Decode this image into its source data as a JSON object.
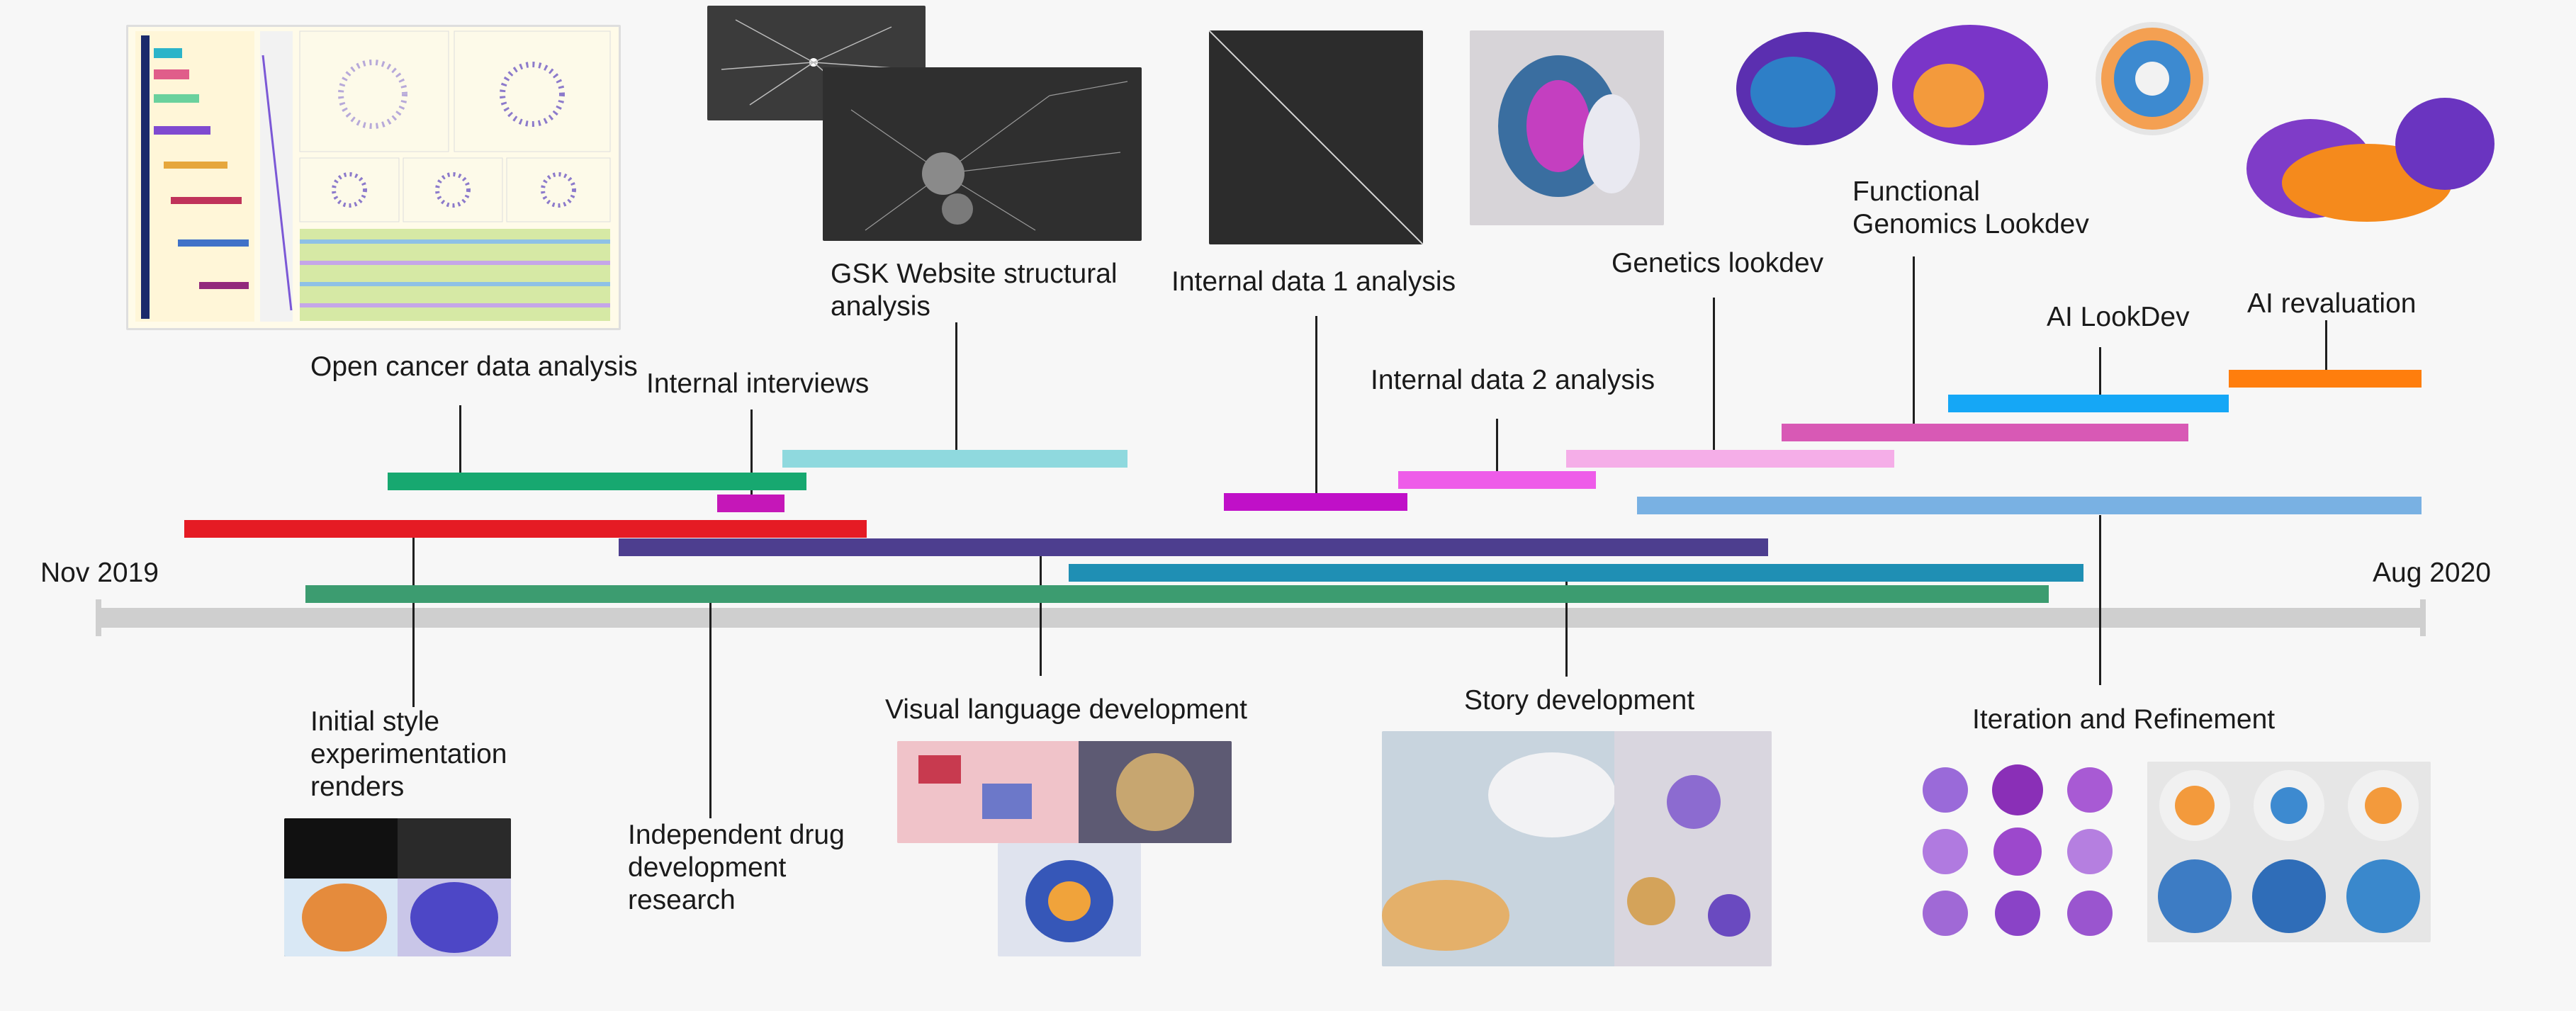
{
  "axis": {
    "start_label": "Nov 2019",
    "end_label": "Aug 2020"
  },
  "tasks": [
    {
      "label": "Open cancer data analysis",
      "color": "#17a870"
    },
    {
      "label": "Internal interviews",
      "color": "#c517b8"
    },
    {
      "label": "GSK Website structural\nanalysis",
      "color": "#8fd9de"
    },
    {
      "label": "Internal data 1 analysis",
      "color": "#c010c8"
    },
    {
      "label": "Internal data 2 analysis",
      "color": "#ee5ce9"
    },
    {
      "label": "Genetics lookdev",
      "color": "#f5aee8"
    },
    {
      "label": "Functional\nGenomics Lookdev",
      "color": "#d859b5"
    },
    {
      "label": "AI LookDev",
      "color": "#15a7f6"
    },
    {
      "label": "AI revaluation",
      "color": "#ff7e0d"
    },
    {
      "label": "Initial style\nexperimentation\nrenders",
      "color": "#e51b24"
    },
    {
      "label": "Independent drug\ndevelopment\nresearch",
      "color": "#3c9c70"
    },
    {
      "label": "Visual language development",
      "color": "#4d3e8f"
    },
    {
      "label": "Story development",
      "color": "#1f8fb4"
    },
    {
      "label": "Iteration and Refinement",
      "color": "#79b1e3"
    }
  ]
}
